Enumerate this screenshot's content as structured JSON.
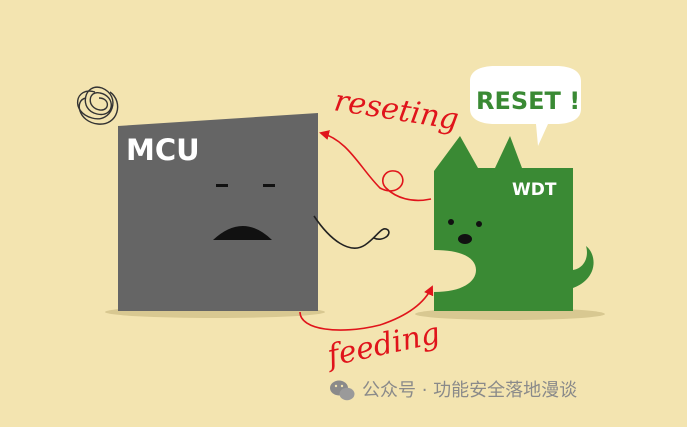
{
  "diagram": {
    "mcu_label": "MCU",
    "wdt_label": "WDT",
    "speech_bubble_text": "RESET !",
    "arrow_top_label": "reseting",
    "arrow_bottom_label": "feeding"
  },
  "watermark": {
    "text": "公众号 · 功能安全落地漫谈"
  },
  "colors": {
    "background": "#f3e4b0",
    "mcu_body": "#656565",
    "wdt_body": "#3a8a34",
    "arrow_red": "#e0141b",
    "bubble_text": "#3a8a34"
  }
}
